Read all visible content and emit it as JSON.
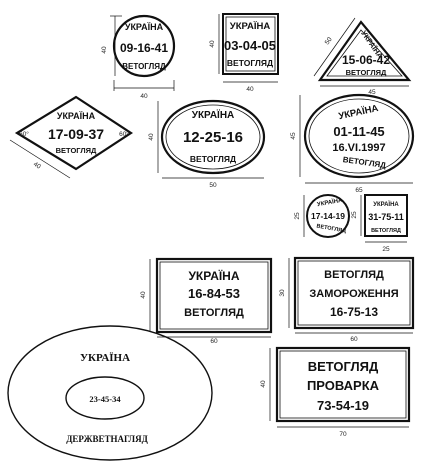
{
  "stamps": {
    "s1": {
      "top": "УКРАЇНА",
      "code": "09-16-41",
      "bottom": "ВЕТОГЛЯД",
      "dim_w": "40",
      "dim_h": "40"
    },
    "s2": {
      "top": "УКРАЇНА",
      "code": "03-04-05",
      "bottom": "ВЕТОГЛЯД",
      "dim_w": "40",
      "dim_h": "40"
    },
    "s3": {
      "top": "УКРАЇНА",
      "code": "15-06-42",
      "bottom": "ВЕТОГЛЯД",
      "dim_w": "45",
      "dim_side": "50"
    },
    "s4": {
      "top": "УКРАЇНА",
      "code": "17-09-37",
      "bottom": "ВЕТОГЛЯД",
      "dim_side": "40",
      "angle_l": "60°",
      "angle_r": "60°"
    },
    "s5": {
      "top": "УКРАЇНА",
      "code": "12-25-16",
      "bottom": "ВЕТОГЛЯД",
      "dim_w": "50",
      "dim_h": "40"
    },
    "s6": {
      "top": "УКРАЇНА",
      "code": "01-11-45",
      "date": "16.VI.1997",
      "bottom": "ВЕТОГЛЯД",
      "dim_w": "65",
      "dim_h": "45"
    },
    "s7": {
      "top": "УКРАЇНА",
      "code": "17-14-19",
      "bottom": "ВЕТОГЛЯД",
      "dim_h": "25"
    },
    "s8": {
      "top": "УКРАЇНА",
      "code": "31-75-11",
      "bottom": "ВЕТОГЛЯД",
      "dim_w": "25",
      "dim_h": "25"
    },
    "s9": {
      "top": "УКРАЇНА",
      "code": "16-84-53",
      "bottom": "ВЕТОГЛЯД",
      "dim_w": "60",
      "dim_h": "40"
    },
    "s10": {
      "top": "ВЕТОГЛЯД",
      "mid": "ЗАМОРОЖЕННЯ",
      "code": "16-75-13",
      "dim_w": "60",
      "dim_h": "30"
    },
    "s11": {
      "top": "УКРАЇНА",
      "code": "23-45-34",
      "bottom": "ДЕРЖВЕТНАГЛЯД"
    },
    "s12": {
      "top": "ВЕТОГЛЯД",
      "mid": "ПРОВАРКА",
      "code": "73-54-19",
      "dim_w": "70",
      "dim_h": "40"
    }
  }
}
